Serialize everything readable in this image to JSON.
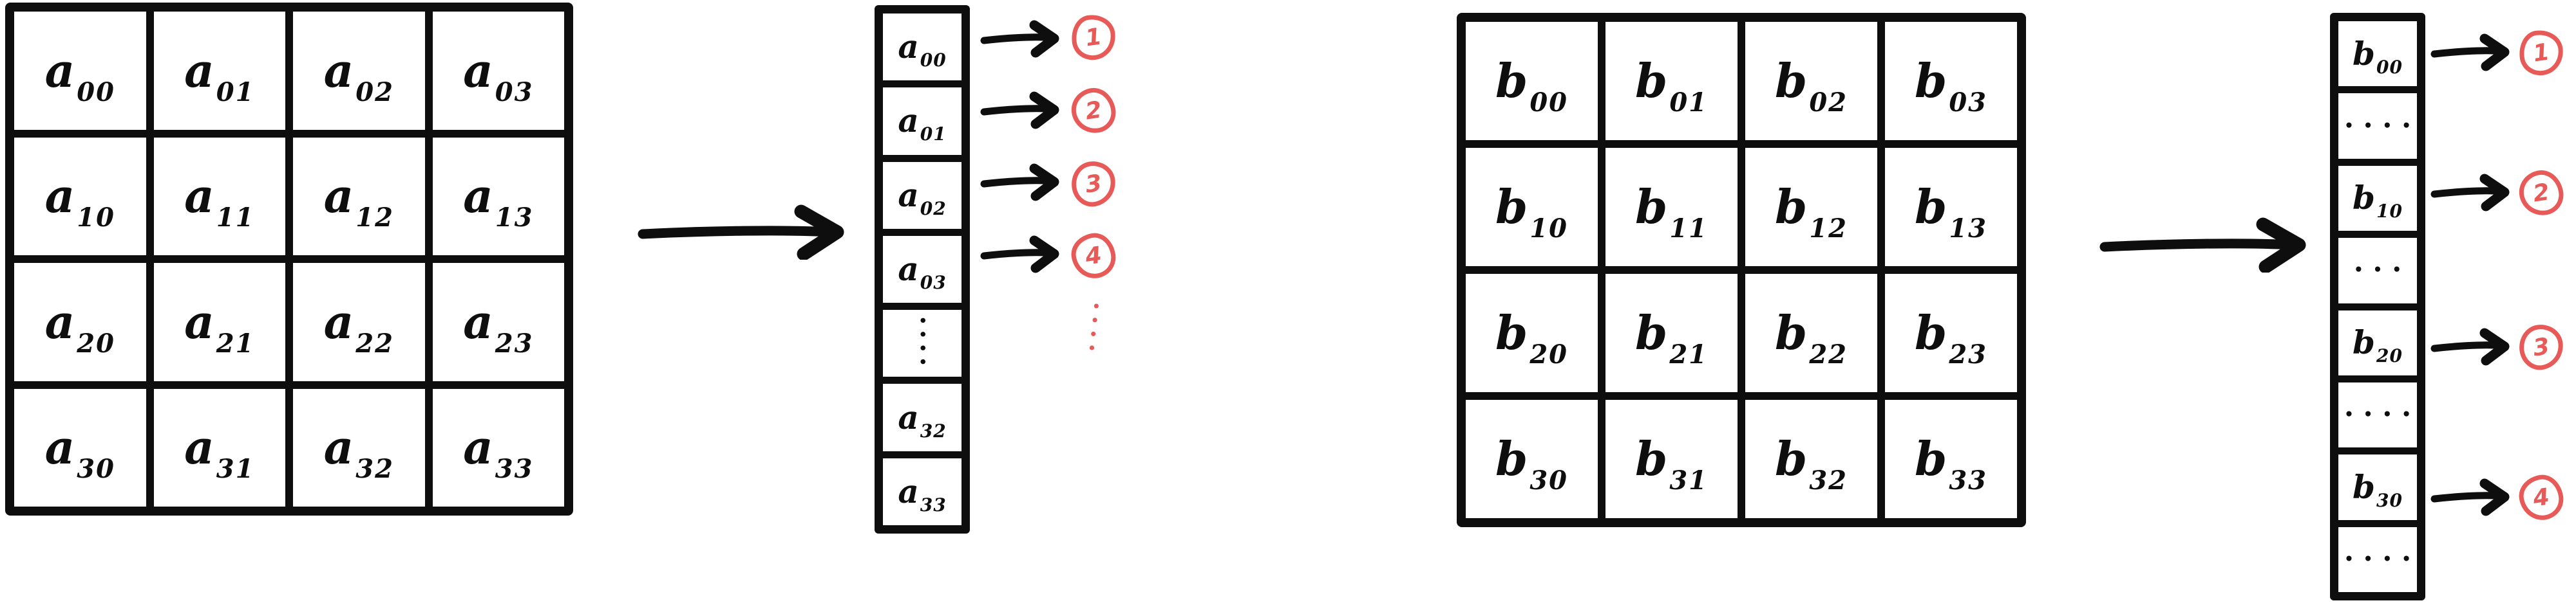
{
  "palette": {
    "ink": "#0e0e0e",
    "red": "#e85a57",
    "paper": "#ffffff"
  },
  "left": {
    "matrix_cells": [
      {
        "base": "a",
        "sub": "00"
      },
      {
        "base": "a",
        "sub": "01"
      },
      {
        "base": "a",
        "sub": "02"
      },
      {
        "base": "a",
        "sub": "03"
      },
      {
        "base": "a",
        "sub": "10"
      },
      {
        "base": "a",
        "sub": "11"
      },
      {
        "base": "a",
        "sub": "12"
      },
      {
        "base": "a",
        "sub": "13"
      },
      {
        "base": "a",
        "sub": "20"
      },
      {
        "base": "a",
        "sub": "21"
      },
      {
        "base": "a",
        "sub": "22"
      },
      {
        "base": "a",
        "sub": "23"
      },
      {
        "base": "a",
        "sub": "30"
      },
      {
        "base": "a",
        "sub": "31"
      },
      {
        "base": "a",
        "sub": "32"
      },
      {
        "base": "a",
        "sub": "33"
      }
    ],
    "column_cells": [
      {
        "base": "a",
        "sub": "00"
      },
      {
        "base": "a",
        "sub": "01"
      },
      {
        "base": "a",
        "sub": "02"
      },
      {
        "base": "a",
        "sub": "03"
      },
      {
        "dots": "••••"
      },
      {
        "base": "a",
        "sub": "32"
      },
      {
        "base": "a",
        "sub": "33"
      }
    ],
    "markers": [
      "1",
      "2",
      "3",
      "4"
    ],
    "ellipsis": "••••"
  },
  "right": {
    "matrix_cells": [
      {
        "base": "b",
        "sub": "00"
      },
      {
        "base": "b",
        "sub": "01"
      },
      {
        "base": "b",
        "sub": "02"
      },
      {
        "base": "b",
        "sub": "03"
      },
      {
        "base": "b",
        "sub": "10"
      },
      {
        "base": "b",
        "sub": "11"
      },
      {
        "base": "b",
        "sub": "12"
      },
      {
        "base": "b",
        "sub": "13"
      },
      {
        "base": "b",
        "sub": "20"
      },
      {
        "base": "b",
        "sub": "21"
      },
      {
        "base": "b",
        "sub": "22"
      },
      {
        "base": "b",
        "sub": "23"
      },
      {
        "base": "b",
        "sub": "30"
      },
      {
        "base": "b",
        "sub": "31"
      },
      {
        "base": "b",
        "sub": "32"
      },
      {
        "base": "b",
        "sub": "33"
      }
    ],
    "column_cells": [
      {
        "base": "b",
        "sub": "00"
      },
      {
        "dots": "••••"
      },
      {
        "base": "b",
        "sub": "10"
      },
      {
        "dots": "•••"
      },
      {
        "base": "b",
        "sub": "20"
      },
      {
        "dots": "••••"
      },
      {
        "base": "b",
        "sub": "30"
      },
      {
        "dots": "••••"
      }
    ],
    "markers": [
      "1",
      "2",
      "3",
      "4"
    ]
  }
}
